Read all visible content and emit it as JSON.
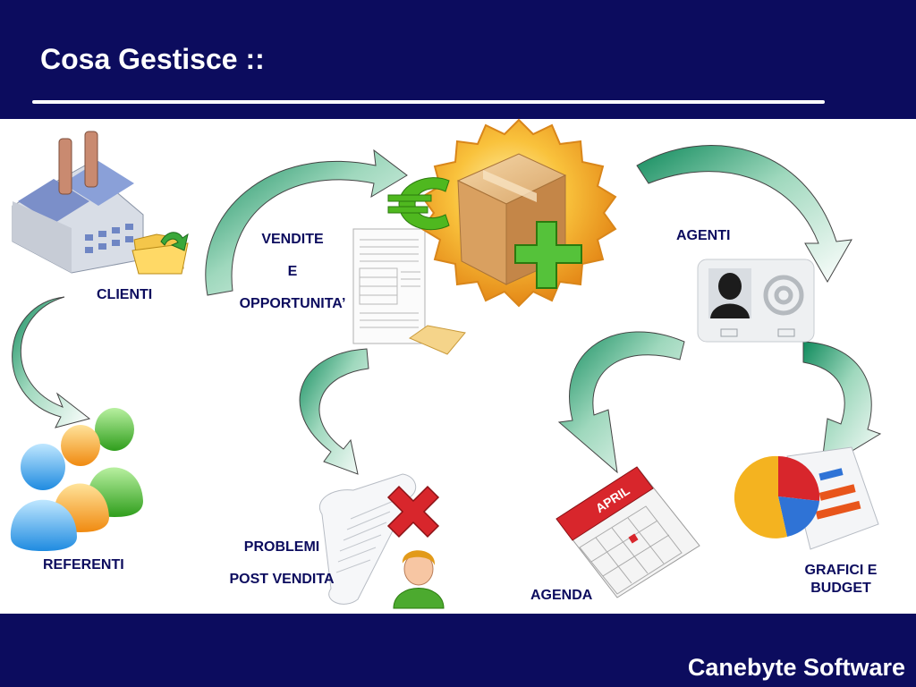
{
  "slide": {
    "title": "Cosa Gestisce ::",
    "brand": "Canebyte Software"
  },
  "labels": {
    "clienti": "CLIENTI",
    "referenti": "REFERENTI",
    "vendite": [
      "VENDITE",
      "E",
      "OPPORTUNITA’"
    ],
    "agenti": "AGENTI",
    "problemi": [
      "PROBLEMI",
      "POST VENDITA"
    ],
    "agenda": "AGENDA",
    "grafici": [
      "GRAFICI E",
      "BUDGET"
    ],
    "calendar_month": "APRIL"
  },
  "icons": [
    "factory-icon",
    "folder-icon",
    "users-icon",
    "document-icon",
    "box-icon",
    "euro-icon",
    "plus-icon",
    "contact-card-icon",
    "at-sign-icon",
    "scroll-icon",
    "x-mark-icon",
    "operator-icon",
    "calendar-icon",
    "pie-chart-icon"
  ],
  "colors": {
    "navy": "#0c0c5e",
    "arrow_green": "#0f8a5c",
    "badge_orange": "#f3a21d"
  }
}
